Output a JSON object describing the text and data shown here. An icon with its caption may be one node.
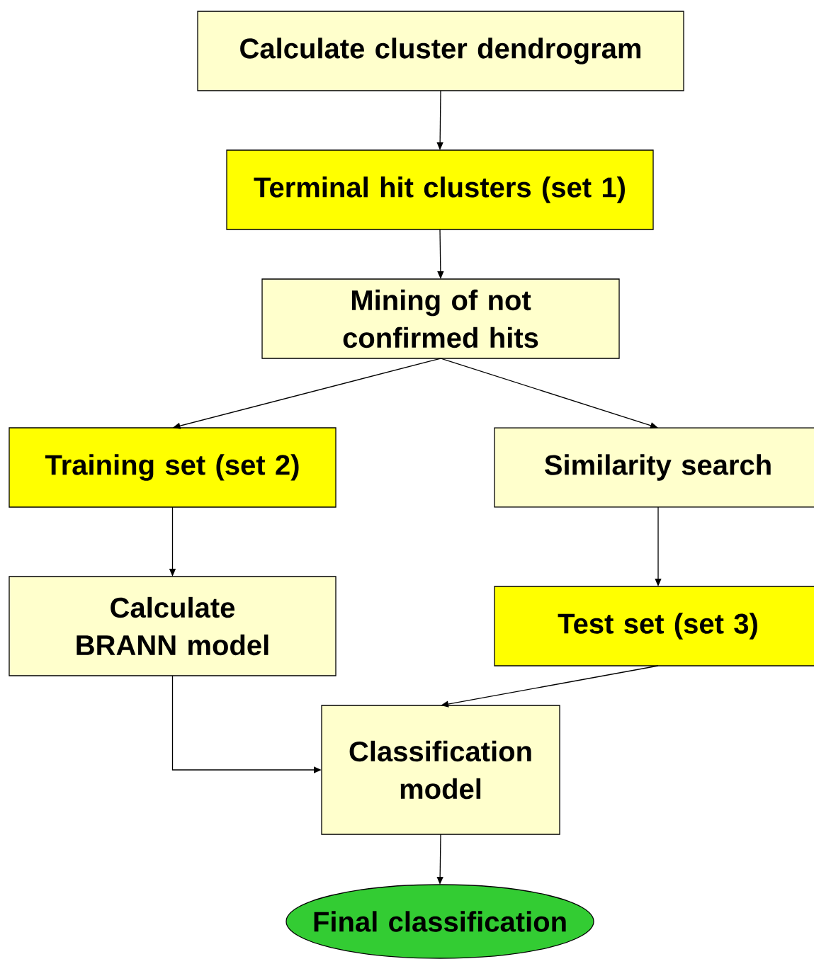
{
  "diagram": {
    "nodes": [
      {
        "text": [
          "Calculate cluster dendrogram"
        ]
      },
      {
        "text": [
          "Terminal hit clusters (set 1)"
        ]
      },
      {
        "text": [
          "Mining of not confirmed hits"
        ]
      },
      {
        "text": [
          "Training set (set 2)"
        ]
      },
      {
        "text": [
          "Similarity search"
        ]
      },
      {
        "text": [
          "Calculate BRANN model"
        ]
      },
      {
        "text": [
          "Test set (set 3)"
        ]
      },
      {
        "text": [
          "Classification model"
        ]
      },
      {
        "text": [
          "Final classification"
        ]
      }
    ],
    "edges": [
      {
        "from": 0,
        "to": 1,
        "arrow": "to"
      },
      {
        "from": 1,
        "to": 2,
        "arrow": "to"
      },
      {
        "from": 2,
        "to": 3,
        "arrow": "to"
      },
      {
        "from": 2,
        "to": 4,
        "arrow": "to"
      },
      {
        "from": 3,
        "to": 5,
        "arrow": "to"
      },
      {
        "from": 4,
        "to": 6,
        "arrow": "to"
      },
      {
        "from": 5,
        "to": 7,
        "arrow": "to"
      },
      {
        "from": 6,
        "to": 7,
        "arrow": "to"
      },
      {
        "from": 7,
        "to": 8,
        "arrow": "to"
      }
    ]
  }
}
